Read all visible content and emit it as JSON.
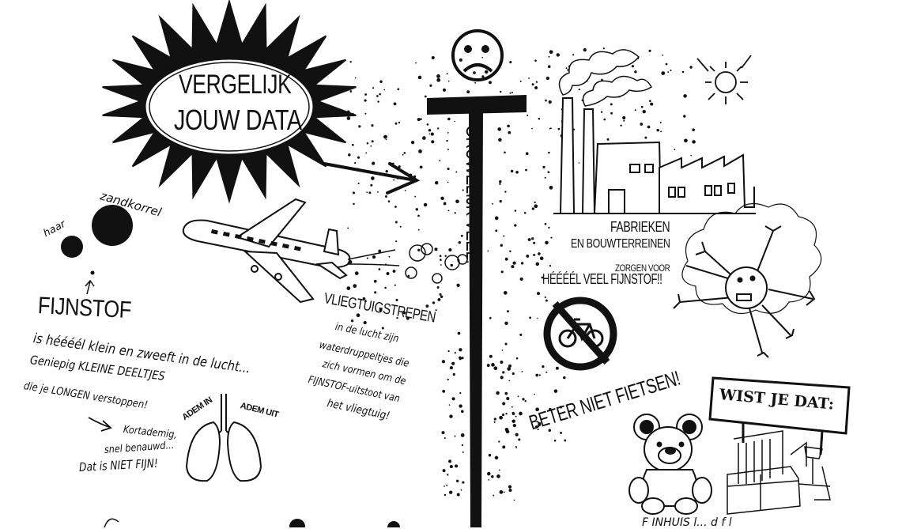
{
  "sun_badge": {
    "line1": "VERGELIJK",
    "line2": "JOUW DATA"
  },
  "particles": {
    "haar": "haar",
    "zandkorrel": "zandkorrel"
  },
  "fijnstof": {
    "title": "FIJNSTOF",
    "line1": "is héééél klein en zweeft in de lucht...",
    "line2": "Geniepig KLEINE DEELTJES",
    "line3": "die je LONGEN verstoppen!",
    "line4": "Kortademig,",
    "line5": "snel benauwd...",
    "line6": "Dat is NIET FIJN!"
  },
  "lungs": {
    "adem_in": "ADEM IN",
    "adem_uit": "ADEM UIT"
  },
  "vliegtuig": {
    "title": "VLIEGTUIGSTREPEN",
    "line1": "in de lucht zijn",
    "line2": "waterdruppeltjes die",
    "line3": "zich vormen om de",
    "line4": "FIJNSTOF-uitstoot van",
    "line5": "het vliegtuig!"
  },
  "scale": {
    "label": "GRUWELIJK VEEL!"
  },
  "fabrieken": {
    "line1": "FABRIEKEN",
    "line2": "EN BOUWTERREINEN",
    "line3": "ZORGEN VOOR",
    "line4": "HÉÉÉÉL VEEL FIJNSTOF!!"
  },
  "fietsen": {
    "label": "BETER NIET FIETSEN!"
  },
  "wist": {
    "label": "WIST JE DAT:"
  },
  "bottom": {
    "fragment": "F INHUIS l... d f l"
  },
  "colors": {
    "ink": "#111111",
    "paper": "#ffffff"
  }
}
